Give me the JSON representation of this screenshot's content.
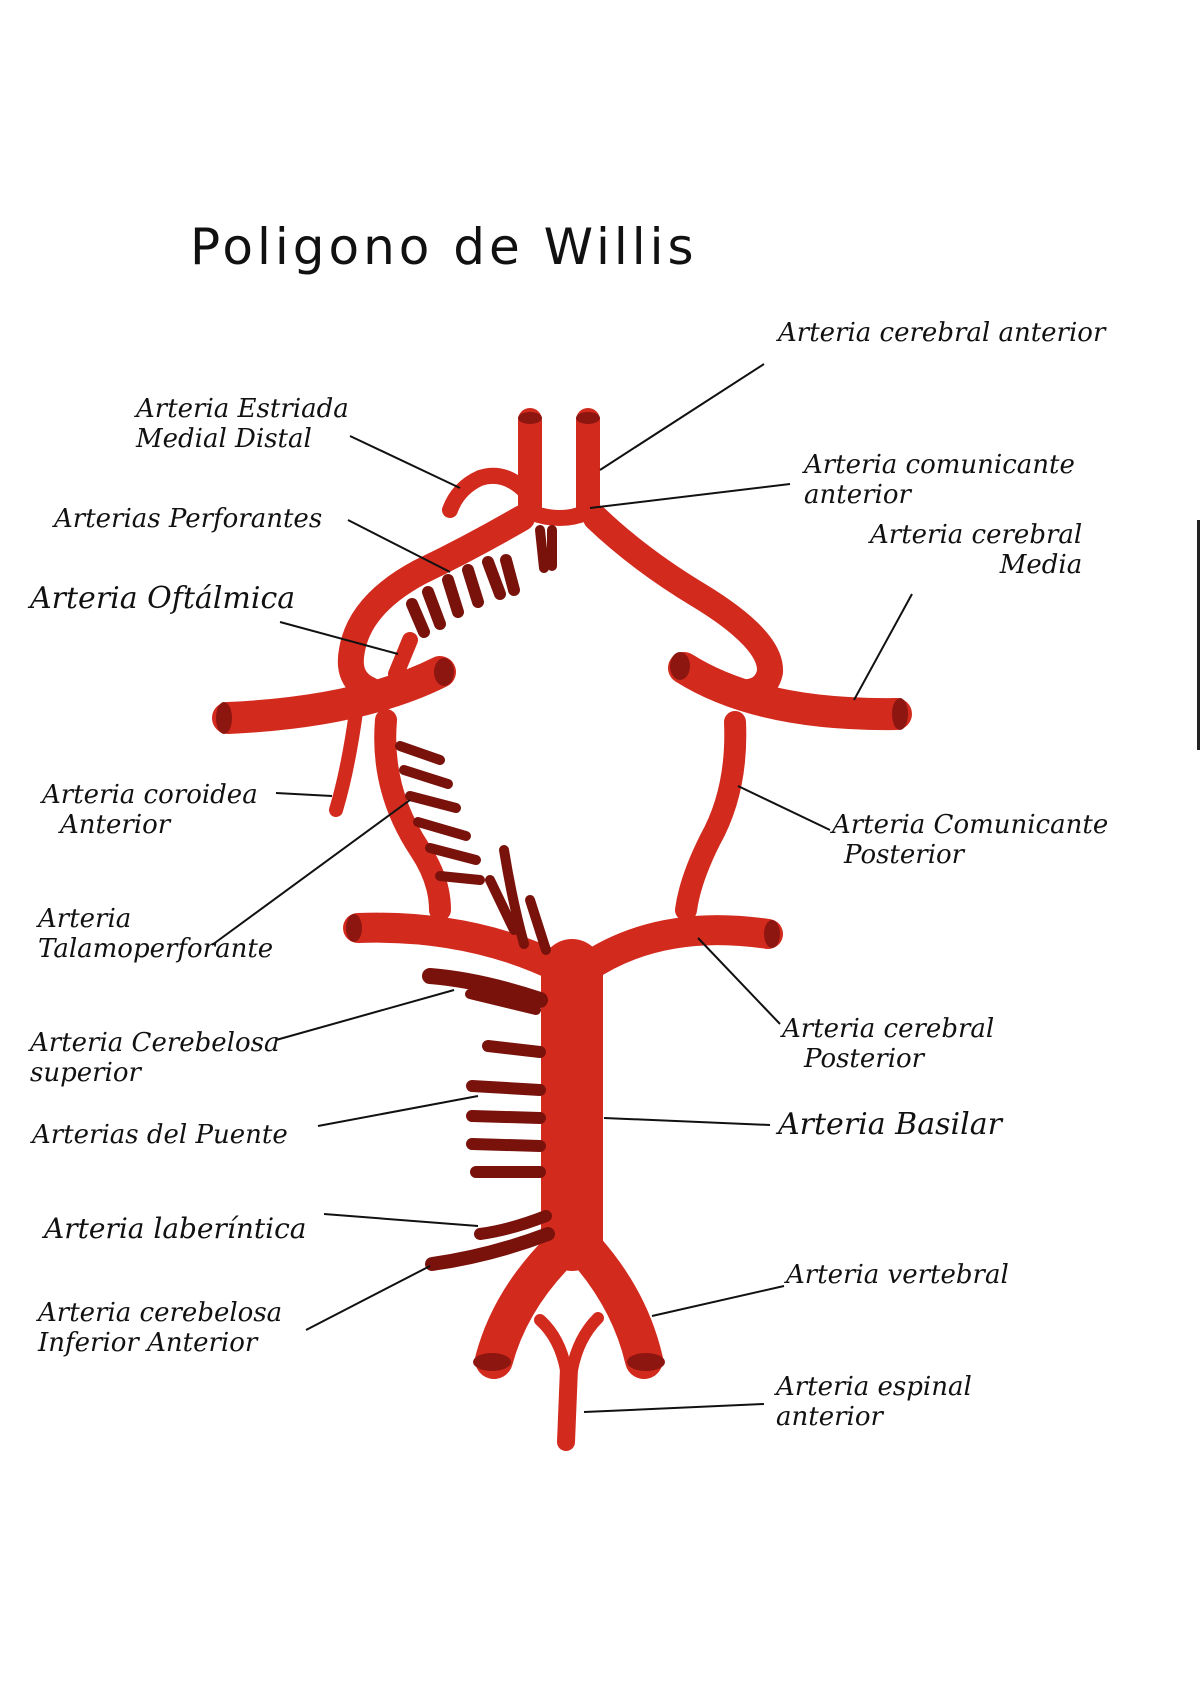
{
  "title": "Poligono de Willis",
  "colors": {
    "artery": "#d32a1e",
    "artery_dark": "#8e1610",
    "branch": "#7a120c",
    "ink": "#111111"
  },
  "labels": {
    "cerebral_anterior": "Arteria cerebral anterior",
    "estriada_l1": "Arteria Estriada",
    "estriada_l2": "Medial Distal",
    "comunicante_ant_l1": "Arteria comunicante",
    "comunicante_ant_l2": "anterior",
    "perforantes": "Arterias Perforantes",
    "cerebral_media_l1": "Arteria cerebral",
    "cerebral_media_l2": "Media",
    "oftalmica": "Arteria Oftálmica",
    "coroidea_l1": "Arteria coroidea",
    "coroidea_l2": "Anterior",
    "comunicante_post_l1": "Arteria Comunicante",
    "comunicante_post_l2": "Posterior",
    "talamo_l1": "Arteria",
    "talamo_l2": "Talamoperforante",
    "cerebral_post_l1": "Arteria cerebral",
    "cerebral_post_l2": "Posterior",
    "cerebelosa_sup_l1": "Arteria Cerebelosa",
    "cerebelosa_sup_l2": "superior",
    "puente": "Arterias del Puente",
    "basilar": "Arteria Basilar",
    "laberintica": "Arteria laberíntica",
    "vertebral": "Arteria vertebral",
    "cerebelosa_inf_l1": "Arteria cerebelosa",
    "cerebelosa_inf_l2": "Inferior Anterior",
    "espinal_l1": "Arteria espinal",
    "espinal_l2": "anterior"
  }
}
